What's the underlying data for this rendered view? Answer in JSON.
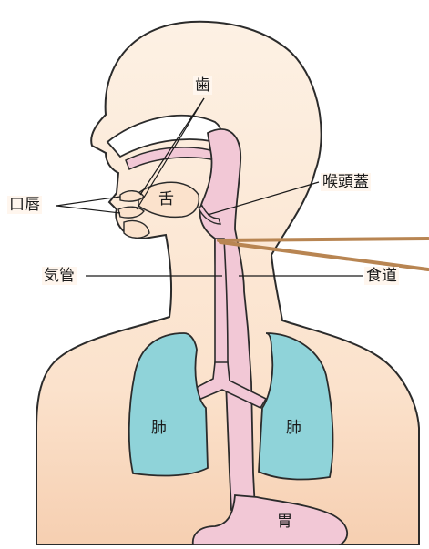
{
  "labels": {
    "teeth": "歯",
    "lips": "口唇",
    "tongue": "舌",
    "epiglottis": "喉頭蓋",
    "trachea": "気管",
    "esophagus": "食道",
    "lung_left": "肺",
    "lung_right": "肺",
    "stomach": "胃"
  },
  "colors": {
    "skin": "#fbe6d4",
    "skin_shadow": "#f2c6a6",
    "airway": "#f2c8d6",
    "lung": "#8fd3d9",
    "outline": "#2b2b2b",
    "pointer": "#b88552"
  }
}
